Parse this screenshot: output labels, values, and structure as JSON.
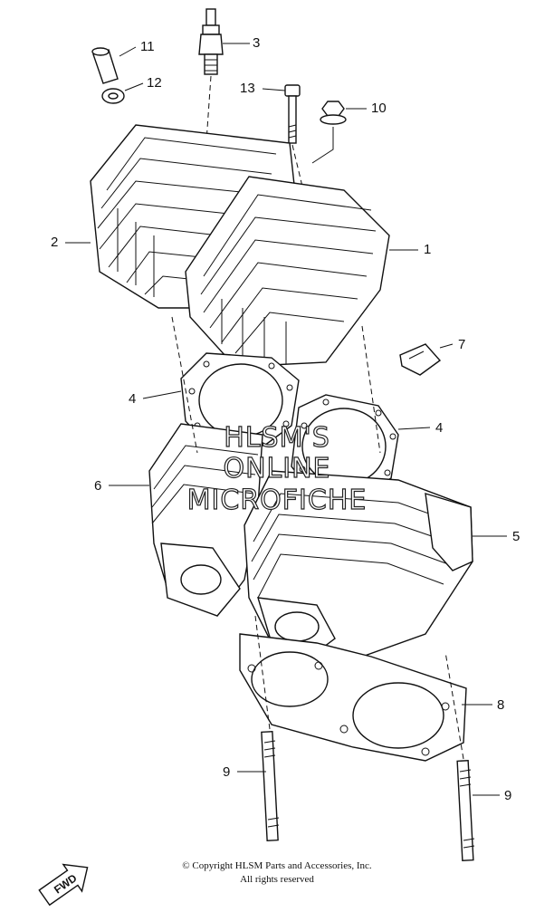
{
  "callouts": {
    "c1": "1",
    "c2": "2",
    "c3": "3",
    "c4a": "4",
    "c4b": "4",
    "c5": "5",
    "c6": "6",
    "c7": "7",
    "c8": "8",
    "c9a": "9",
    "c9b": "9",
    "c10": "10",
    "c11": "11",
    "c12": "12",
    "c13": "13"
  },
  "watermark": {
    "line1": "HLSM'S",
    "line2": "ONLINE",
    "line3": "MICROFICHE"
  },
  "footer": {
    "copyright": "© Copyright HLSM Parts and Accessories, Inc.",
    "rights": "All rights reserved"
  },
  "fwd_label": "FWD"
}
